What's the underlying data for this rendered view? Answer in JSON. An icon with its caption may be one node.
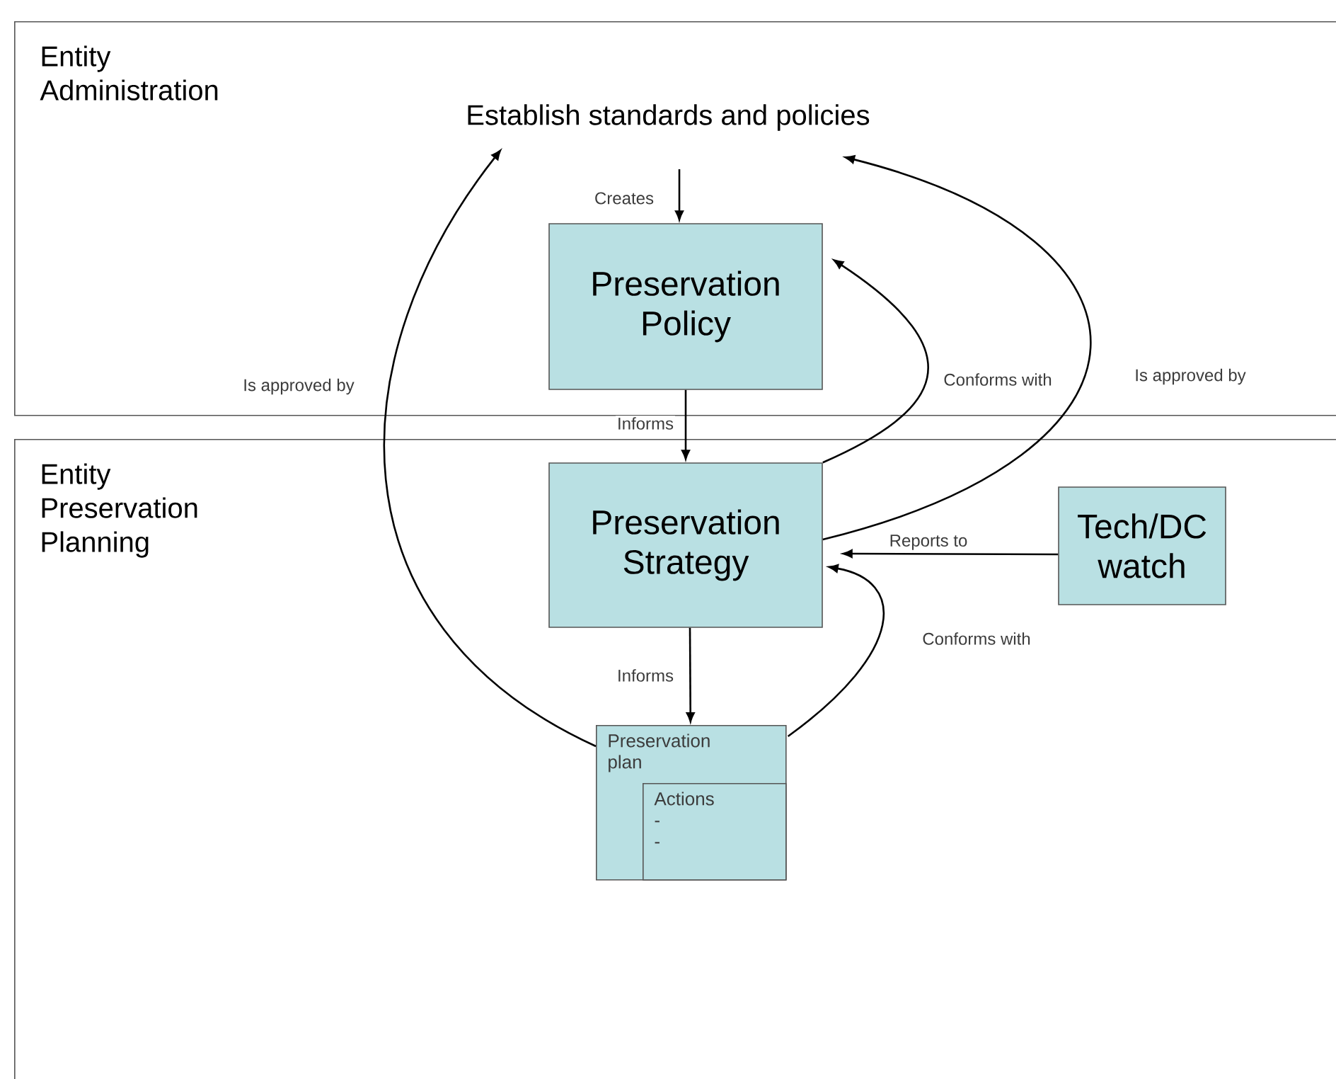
{
  "diagram": {
    "nodes": [
      {
        "text": [
          "Entity Administration"
        ]
      },
      {
        "text": [
          "Establish standards and policies"
        ],
        "in": 0
      },
      {
        "text": [
          "Preservation Policy"
        ],
        "in": 0
      },
      {
        "text": [
          "Entity Preservation Planning"
        ]
      },
      {
        "text": [
          "Preservation Strategy"
        ],
        "in": 3
      },
      {
        "text": [
          "Tech/DC watch"
        ],
        "in": 3
      },
      {
        "text": [
          "Preservation plan"
        ],
        "in": 3
      },
      {
        "text": [
          "Actions",
          "-",
          "-"
        ],
        "in": 6
      }
    ],
    "edges": [
      {
        "from": 1,
        "to": 2,
        "arrow": "to",
        "label": "Creates"
      },
      {
        "from": 2,
        "to": 4,
        "arrow": "to",
        "label": "Informs"
      },
      {
        "from": 4,
        "to": 2,
        "arrow": "to",
        "label": "Conforms with"
      },
      {
        "from": 4,
        "to": 1,
        "arrow": "to",
        "label": "Is approved by"
      },
      {
        "from": 5,
        "to": 4,
        "arrow": "to",
        "label": "Reports to"
      },
      {
        "from": 4,
        "to": 6,
        "arrow": "to",
        "label": "Informs"
      },
      {
        "from": 6,
        "to": 4,
        "arrow": "to",
        "label": "Conforms with"
      },
      {
        "from": 6,
        "to": 1,
        "arrow": "to",
        "label": "Is approved by"
      }
    ]
  }
}
